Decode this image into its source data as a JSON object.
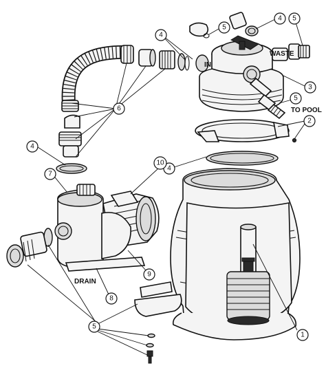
{
  "labels": {
    "in": "IN",
    "waste": "WASTE",
    "to_pool": "TO POOL",
    "drain": "DRAIN"
  },
  "callouts": {
    "c1": "1",
    "c2": "2",
    "c3": "3",
    "c4a": "4",
    "c4b": "4",
    "c4c": "4",
    "c4d": "4",
    "c5a": "5",
    "c5b": "5",
    "c5c": "5",
    "c5d": "5",
    "c6": "6",
    "c7": "7",
    "c8": "8",
    "c9": "9",
    "c10": "10"
  }
}
